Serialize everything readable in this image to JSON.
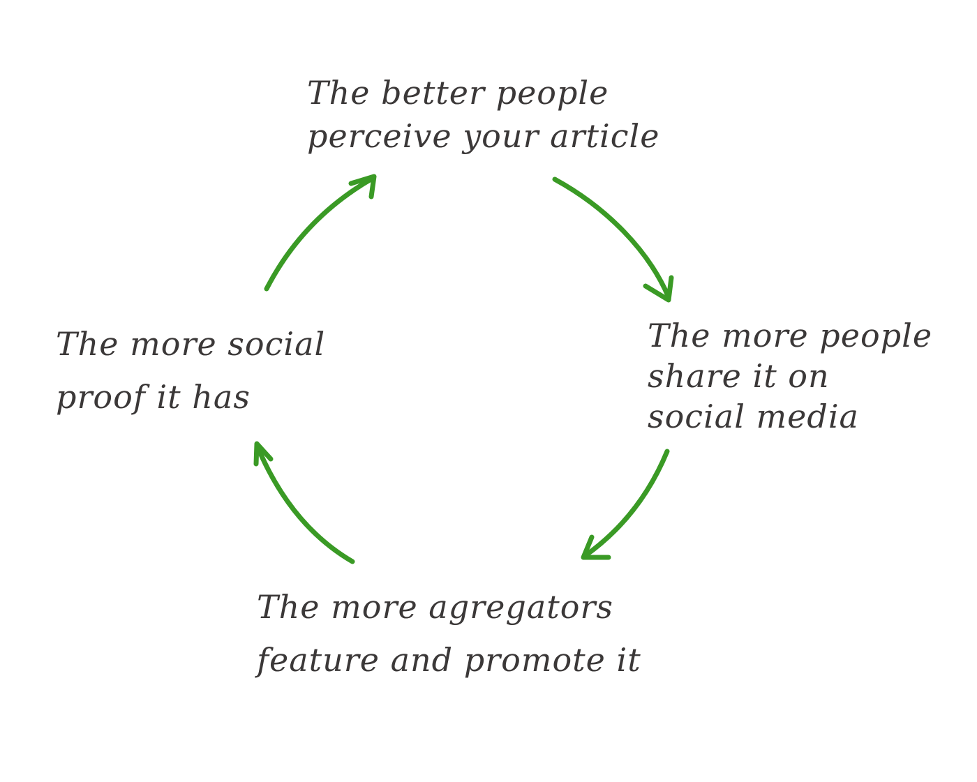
{
  "diagram": {
    "nodes": [
      {
        "id": "top",
        "lines": [
          "The better people",
          "perceive your article"
        ]
      },
      {
        "id": "right",
        "lines": [
          "The more people",
          "share it on",
          "social media"
        ]
      },
      {
        "id": "bottom",
        "lines": [
          "The more agregators",
          "feature and promote it"
        ]
      },
      {
        "id": "left",
        "lines": [
          "The more social",
          "proof it has"
        ]
      }
    ],
    "edges": [
      {
        "from": "top",
        "to": "right"
      },
      {
        "from": "right",
        "to": "bottom"
      },
      {
        "from": "bottom",
        "to": "left"
      },
      {
        "from": "left",
        "to": "top"
      }
    ]
  },
  "colors": {
    "text": "#3b3838",
    "arrow": "#3a9a25",
    "background": "#ffffff"
  }
}
